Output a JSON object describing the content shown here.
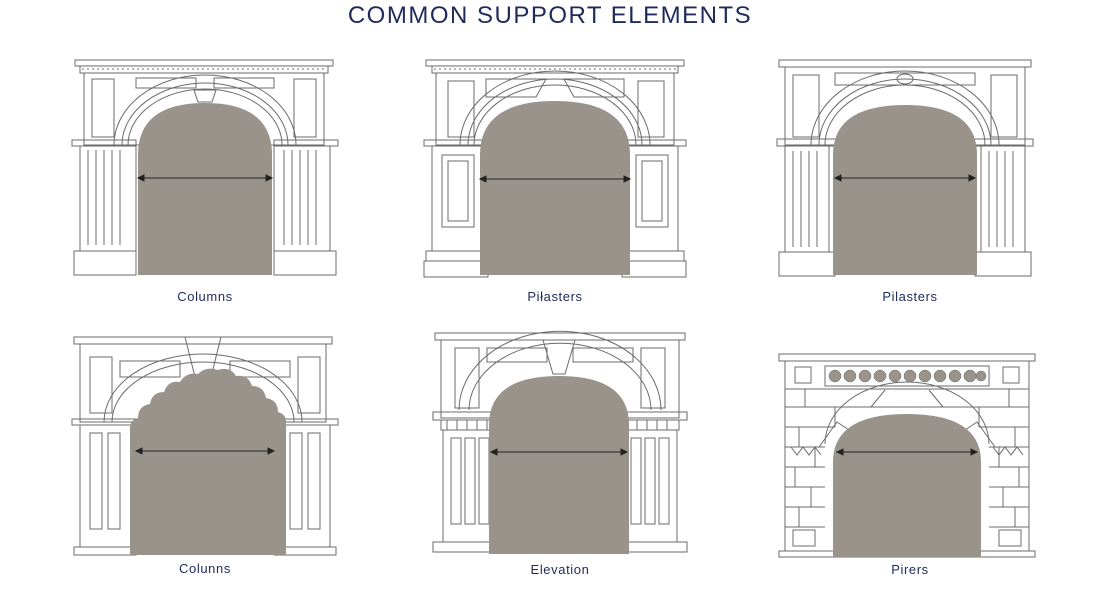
{
  "title": "COMMON SUPPORT ELEMENTS",
  "colors": {
    "title": "#1f2a5c",
    "caption": "#1f2a5c",
    "opening_fill": "#9a938c",
    "line": "#6b6b6b",
    "background": "#ffffff"
  },
  "panels": [
    {
      "id": "p1",
      "label": "Columns",
      "row": 1,
      "col": 1,
      "type": "arch-with-fluted-columns",
      "dimension_arrow": true
    },
    {
      "id": "p2",
      "label": "Piłasters",
      "row": 1,
      "col": 2,
      "type": "arch-with-paneled-pilasters",
      "dimension_arrow": true
    },
    {
      "id": "p3",
      "label": "Pilasters",
      "row": 1,
      "col": 3,
      "type": "arch-with-fluted-pilasters-and-oval-medallion",
      "dimension_arrow": true
    },
    {
      "id": "p4",
      "label": "Colunns",
      "row": 2,
      "col": 1,
      "type": "scalloped-arch-with-keystone",
      "dimension_arrow": true
    },
    {
      "id": "p5",
      "label": "Elevation",
      "row": 2,
      "col": 2,
      "type": "arch-with-dentil-capitals-and-keystone",
      "dimension_arrow": true
    },
    {
      "id": "p6",
      "label": "Pirers",
      "row": 2,
      "col": 3,
      "type": "masonry-piers-with-balustrade",
      "dimension_arrow": true
    }
  ]
}
